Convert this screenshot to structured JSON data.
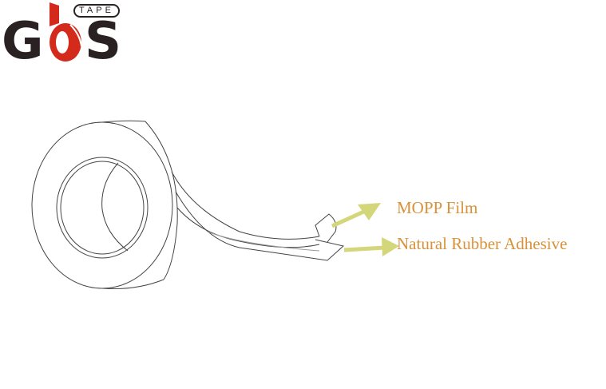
{
  "logo": {
    "brand": "GBS",
    "letters": [
      "G",
      "S"
    ],
    "tape_word": "TAPE",
    "colors": {
      "dark": "#2a2222",
      "red": "#d42a1c"
    }
  },
  "labels": {
    "film": "MOPP Film",
    "adhesive": "Natural Rubber Adhesive"
  },
  "colors": {
    "label": "#d9913a",
    "arrow": "#d4d67a"
  }
}
